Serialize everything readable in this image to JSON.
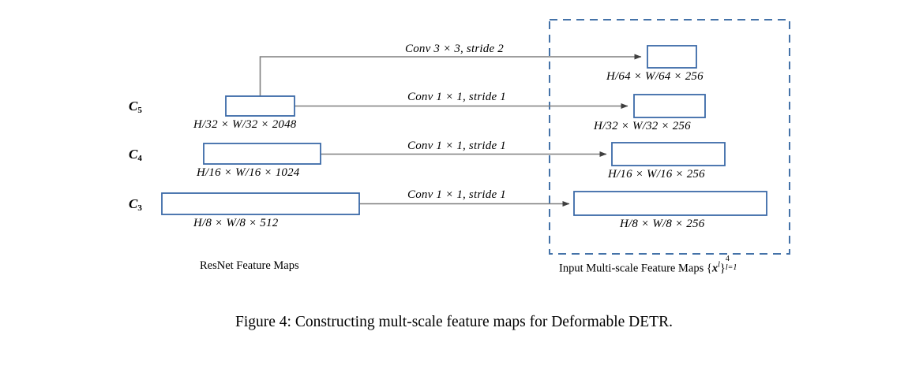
{
  "figure": {
    "caption": "Figure 4: Constructing mult-scale feature maps for Deformable DETR.",
    "colors": {
      "box_stroke": "#3b6aa7",
      "box_fill": "#ffffff",
      "arrow": "#7f7f7f",
      "dashed_border": "#4472a8",
      "text": "#000000"
    }
  },
  "backbone": {
    "caption": "ResNet Feature Maps",
    "stages": [
      {
        "label": "C",
        "subscript": "5",
        "dim": "H/32 × W/32 × 2048"
      },
      {
        "label": "C",
        "subscript": "4",
        "dim": "H/16 × W/16 × 1024"
      },
      {
        "label": "C",
        "subscript": "3",
        "dim": "H/8 × W/8 × 512"
      }
    ]
  },
  "operations": [
    {
      "name": "conv-3x3-stride2",
      "text": "Conv 3 × 3, stride 2"
    },
    {
      "name": "conv-1x1-stride1-c5",
      "text": "Conv 1 × 1, stride 1"
    },
    {
      "name": "conv-1x1-stride1-c4",
      "text": "Conv 1 × 1, stride 1"
    },
    {
      "name": "conv-1x1-stride1-c3",
      "text": "Conv 1 × 1, stride 1"
    }
  ],
  "outputs": {
    "caption_prefix": "Input Multi-scale Feature Maps ",
    "caption_set_open": "{",
    "caption_var": "x",
    "caption_var_sup": "l",
    "caption_set_close": "}",
    "caption_index_top": "4",
    "caption_index_bottom": "l=1",
    "maps": [
      {
        "name": "level-4",
        "dim": "H/64 × W/64 × 256"
      },
      {
        "name": "level-3",
        "dim": "H/32 × W/32 × 256"
      },
      {
        "name": "level-2",
        "dim": "H/16 × W/16 × 256"
      },
      {
        "name": "level-1",
        "dim": "H/8 × W/8 × 256"
      }
    ]
  }
}
